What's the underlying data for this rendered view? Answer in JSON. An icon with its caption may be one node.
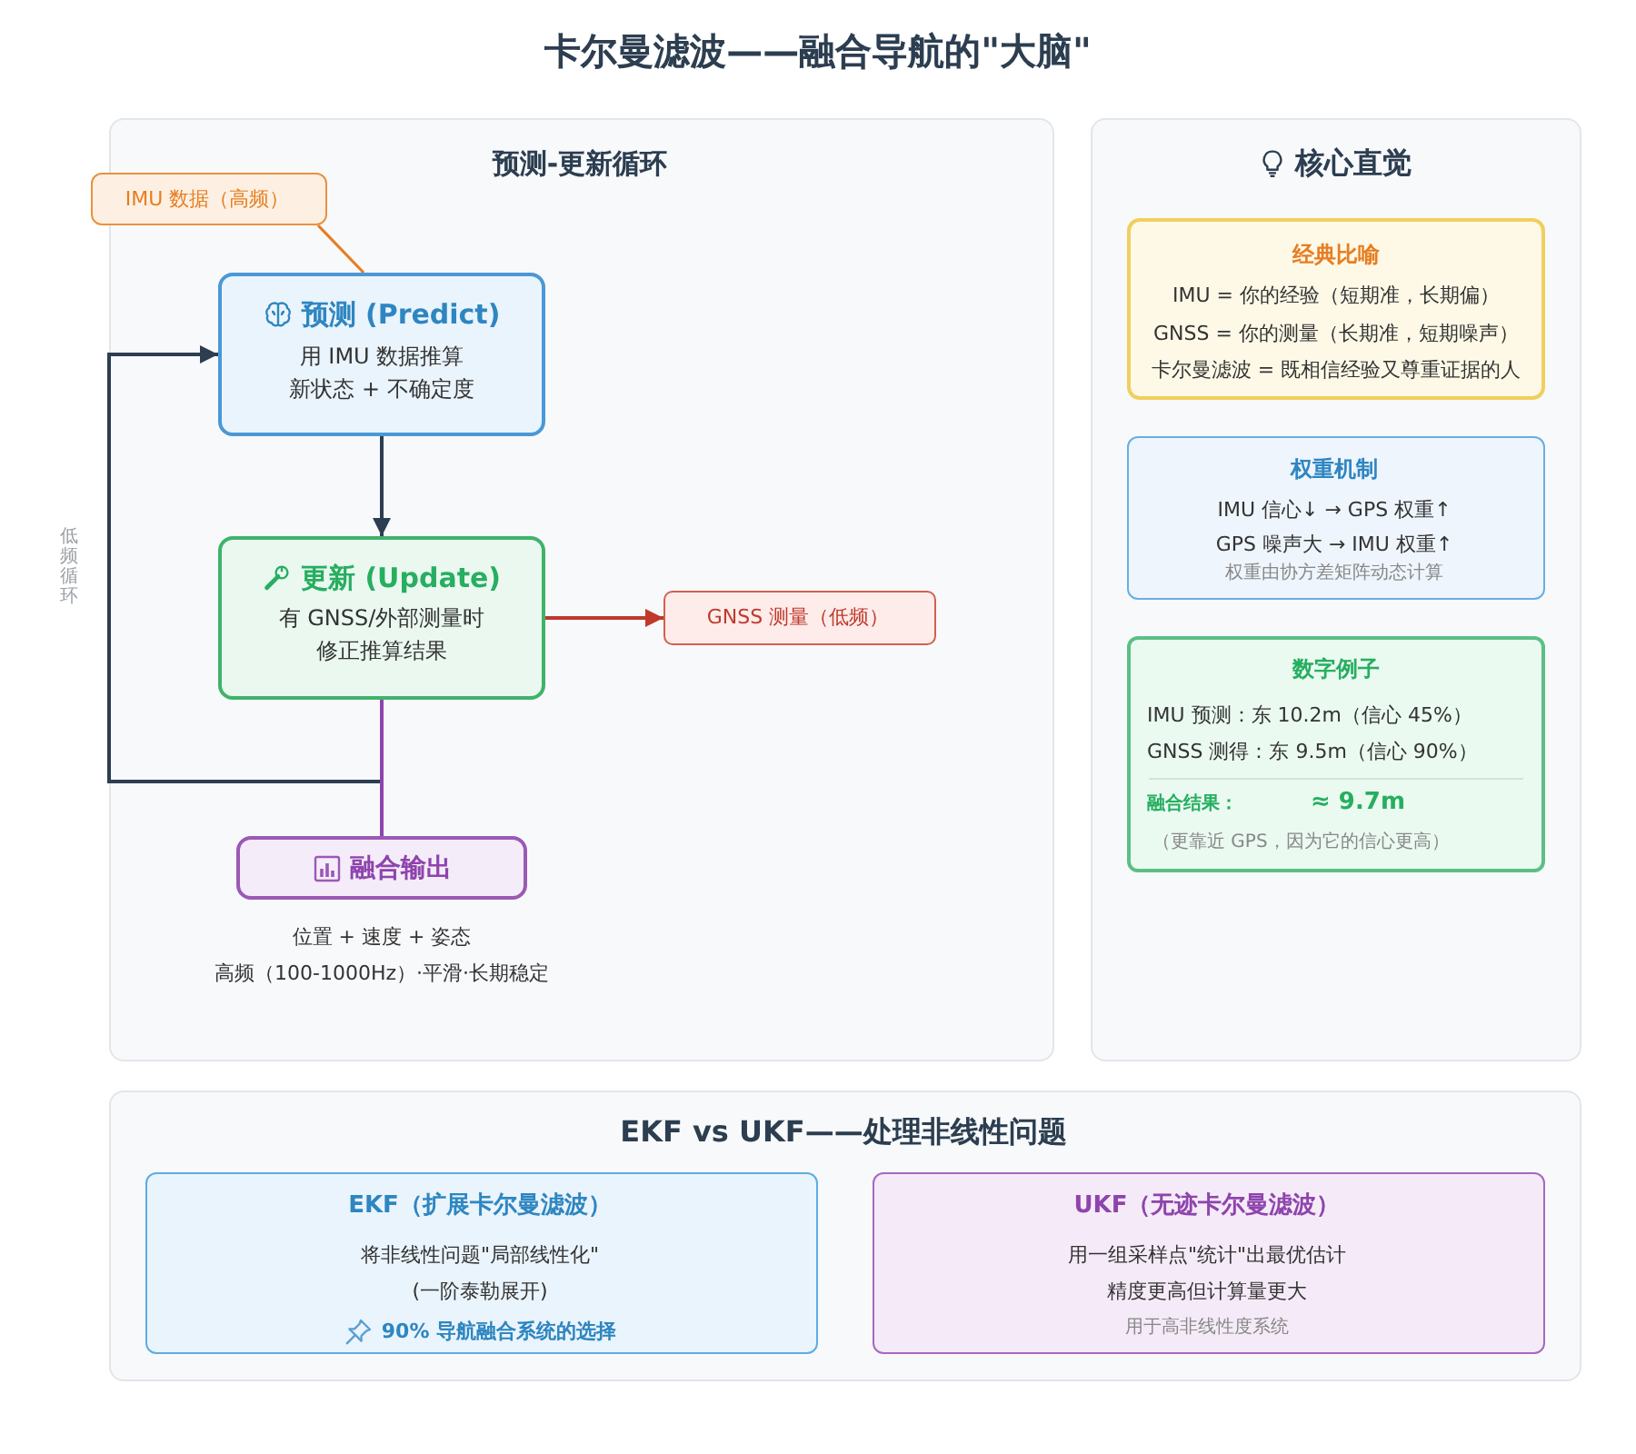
{
  "diagram": {
    "title": "卡尔曼滤波——融合导航的\"大脑\"",
    "nodes": [
      {
        "text": [
          "预测-更新循环"
        ]
      },
      {
        "text": [
          "IMU 数据（高频）"
        ]
      },
      {
        "text": [
          "预测 (Predict)",
          "用 IMU 数据推算新状态 + 不确定度"
        ],
        "in": 0
      },
      {
        "text": [
          "更新 (Update)",
          "有 GNSS/外部测量时修正推算结果"
        ],
        "in": 0
      },
      {
        "text": [
          "GNSS 测量（低频）"
        ],
        "in": 0
      },
      {
        "text": [
          "融合输出"
        ],
        "in": 0,
        "beside": [
          "位置 + 速度 + 姿态",
          "高频（100-1000Hz）·平滑·长期稳定"
        ]
      },
      {
        "text": [
          "核心直觉"
        ]
      },
      {
        "text": [
          "经典比喻",
          "IMU = 你的经验（短期准，长期偏）",
          "GNSS = 你的测量（长期准，短期噪声）",
          "卡尔曼滤波 = 既相信经验又尊重证据的人"
        ],
        "in": 6
      },
      {
        "text": [
          "权重机制",
          "IMU 信心↓ → GPS 权重↑",
          "GPS 噪声大 → IMU 权重↑",
          "权重由协方差矩阵动态计算"
        ],
        "in": 6
      },
      {
        "text": [
          "数字例子",
          "IMU 预测：东 10.2m（信心 45%）",
          "GNSS 测得：东 9.5m（信心 90%）",
          "融合结果：",
          "≈ 9.7m",
          "（更靠近 GPS，因为它的信心更高）"
        ],
        "in": 6
      },
      {
        "text": [
          "EKF vs UKF——处理非线性问题"
        ]
      },
      {
        "text": [
          "EKF（扩展卡尔曼滤波）",
          "将非线性问题\"局部线性化\"",
          "(一阶泰勒展开)",
          "90% 导航融合系统的选择"
        ],
        "in": 10
      },
      {
        "text": [
          "UKF（无迹卡尔曼滤波）",
          "用一组采样点\"统计\"出最优估计",
          "精度更高但计算量更大",
          "用于高非线性度系统"
        ],
        "in": 10
      }
    ],
    "edges": [
      {
        "from": 1,
        "to": 2,
        "arrow": "none",
        "color": "#e67e22"
      },
      {
        "from": 2,
        "to": 3,
        "arrow": "to"
      },
      {
        "from": 3,
        "to": 4,
        "arrow": "to",
        "color": "#c0392b"
      },
      {
        "from": 3,
        "to": 2,
        "arrow": "to",
        "label": "低频循环"
      },
      {
        "from": 3,
        "to": 5,
        "arrow": "none",
        "color": "#8e44ad"
      }
    ]
  }
}
